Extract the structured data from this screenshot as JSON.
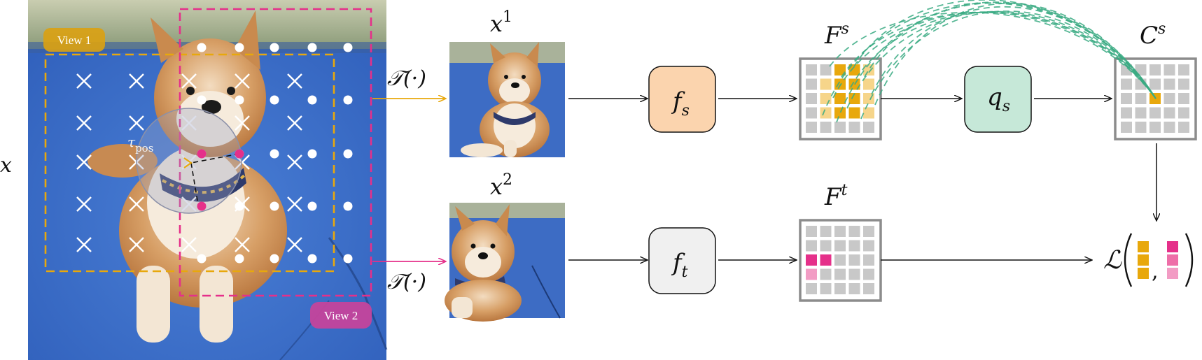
{
  "input": {
    "label_x": "x",
    "view1_label": "View 1",
    "view2_label": "View 2",
    "tau_pos": "τ",
    "tau_pos_sub": "pos",
    "colors": {
      "view1": "#e8a80c",
      "view2": "#e5308a",
      "teal": "#3aaa82"
    }
  },
  "transforms": {
    "t1": "𝒯(·)",
    "t2": "𝒯(·)"
  },
  "views": {
    "x1_base": "x",
    "x1_sup": "1",
    "x2_base": "x",
    "x2_sup": "2"
  },
  "networks": {
    "fs_base": "f",
    "fs_sub": "s",
    "fs_fill": "#fbd4ae",
    "ft_base": "f",
    "ft_sub": "t",
    "ft_fill": "#f0f0f0",
    "qs_base": "q",
    "qs_sub": "s",
    "qs_fill": "#c6e8d8"
  },
  "features": {
    "Fs_base": "F",
    "Fs_sup": "s",
    "Ft_base": "F",
    "Ft_sup": "t",
    "Cs_base": "C",
    "Cs_sup": "s"
  },
  "loss": {
    "symbol": "ℒ",
    "comma": ","
  }
}
